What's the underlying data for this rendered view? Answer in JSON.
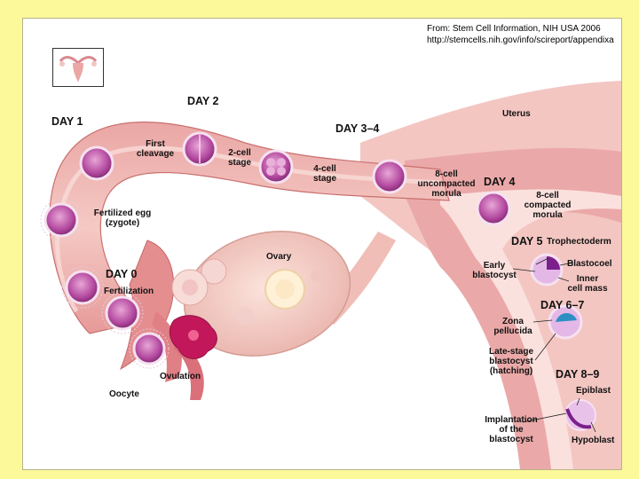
{
  "source": {
    "line1": "From: Stem Cell Information, NIH USA 2006",
    "line2": "http://stemcells.nih.gov/info/scireport/appendixa"
  },
  "days": {
    "day0": "DAY 0",
    "day1": "DAY 1",
    "day2": "DAY 2",
    "day3_4": "DAY 3–4",
    "day4": "DAY 4",
    "day5": "DAY 5",
    "day6_7": "DAY 6–7",
    "day8_9": "DAY 8–9"
  },
  "labels": {
    "uterus": "Uterus",
    "first_cleavage": "First\ncleavage",
    "two_cell": "2-cell\nstage",
    "four_cell": "4-cell\nstage",
    "eight_cell_uncompacted": "8-cell\nuncompacted\nmorula",
    "eight_cell_compacted": "8-cell\ncompacted\nmorula",
    "fertilized_egg": "Fertilized egg\n(zygote)",
    "ovary": "Ovary",
    "fertilization": "Fertilization",
    "ovulation": "Ovulation",
    "oocyte": "Oocyte",
    "trophectoderm": "Trophectoderm",
    "blastocoel": "Blastocoel",
    "inner_cell_mass": "Inner\ncell mass",
    "early_blastocyst": "Early\nblastocyst",
    "zona_pellucida": "Zona\npellucida",
    "late_stage_blastocyst": "Late-stage\nblastocyst\n(hatching)",
    "epiblast": "Epiblast",
    "hypoblast": "Hypoblast",
    "implantation": "Implantation\nof the\nblastocyst"
  }
}
